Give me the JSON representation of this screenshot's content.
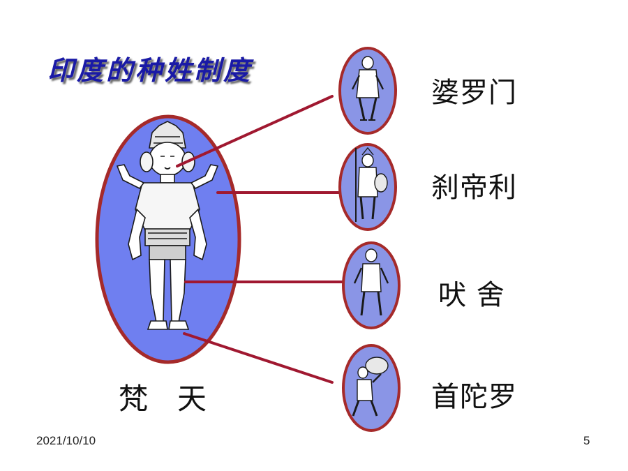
{
  "title": "印度的种姓制度",
  "god": {
    "label": "梵　天"
  },
  "castes": [
    {
      "label": "婆罗门",
      "body_part": "head"
    },
    {
      "label": "刹帝利",
      "body_part": "arms"
    },
    {
      "label": "吠 舍",
      "body_part": "thighs"
    },
    {
      "label": "首陀罗",
      "body_part": "feet"
    }
  ],
  "footer": {
    "date": "2021/10/10",
    "page": "5"
  },
  "colors": {
    "title": "#1a1aa6",
    "oval_fill_large": "#6f7ff0",
    "oval_fill_small": "#8a95e6",
    "oval_border": "#a52a2a",
    "connector": "#a01830"
  },
  "icons": [
    "brahma-figure",
    "brahmin-figure",
    "kshatriya-figure",
    "vaishya-figure",
    "shudra-figure"
  ]
}
